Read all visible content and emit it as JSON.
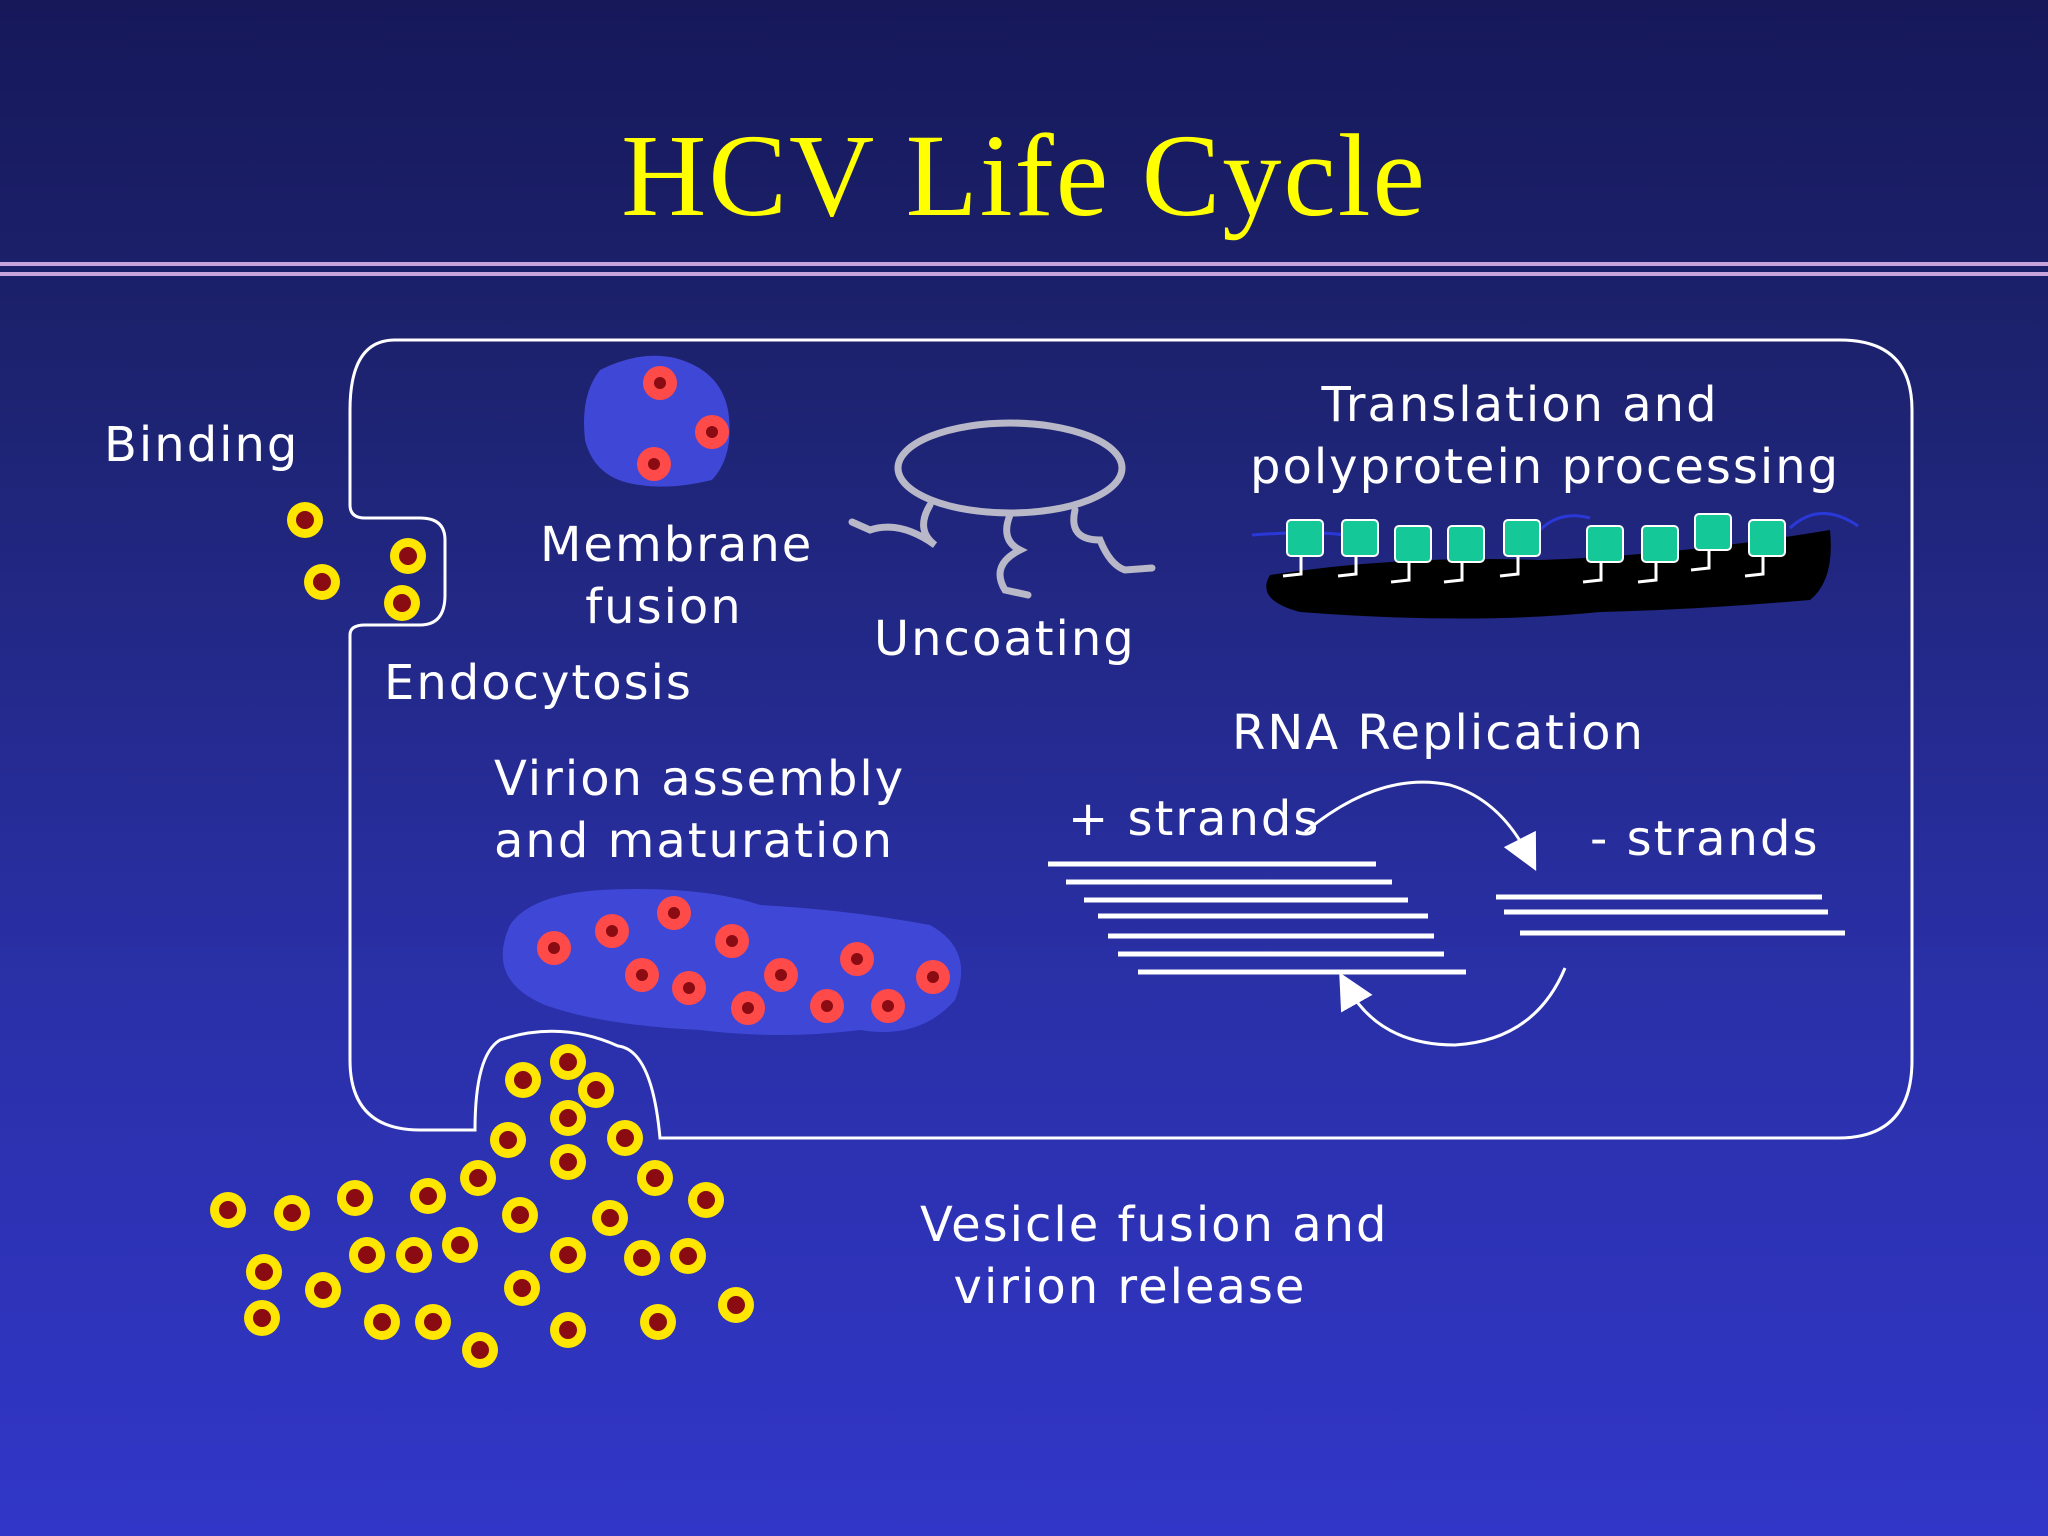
{
  "slide": {
    "title": "HCV Life Cycle"
  },
  "labels": {
    "binding": "Binding",
    "endocytosis": "Endocytosis",
    "membrane_fusion_1": "Membrane",
    "membrane_fusion_2": "fusion",
    "uncoating": "Uncoating",
    "translation_1": "Translation and",
    "translation_2": "polyprotein processing",
    "rna_replication": "RNA Replication",
    "plus_strands": "+ strands",
    "minus_strands": "- strands",
    "virion_assembly_1": "Virion assembly",
    "virion_assembly_2": "and maturation",
    "vesicle_fusion_1": "Vesicle fusion and",
    "vesicle_fusion_2": "virion release"
  },
  "colors": {
    "title": "#ffff00",
    "virion_outer": "#ffe600",
    "virion_core": "#8a0b12",
    "capsid_red": "#ff4a4a",
    "vesicle_blue": "#3f48d6",
    "protein_green": "#14c897",
    "rna_grey": "#b8b8c8",
    "membrane_white": "#ffffff"
  }
}
